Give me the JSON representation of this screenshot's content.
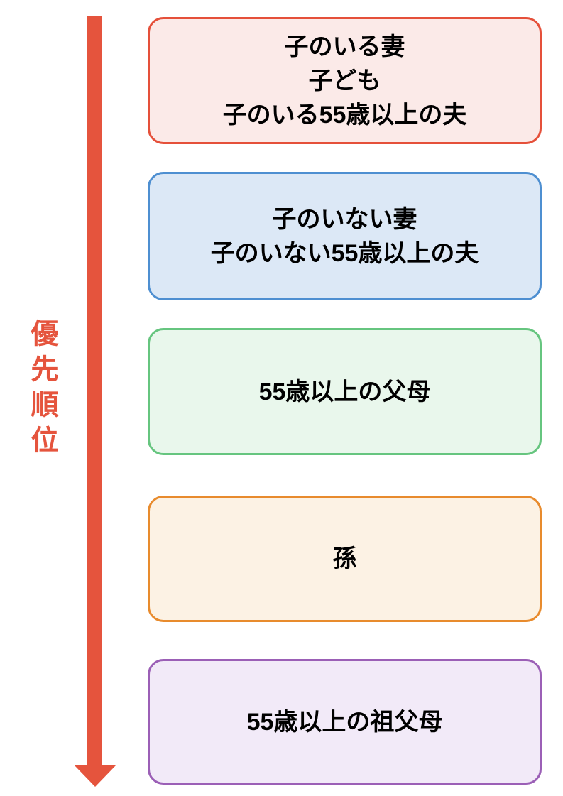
{
  "page": {
    "background_color": "#FFFFFF",
    "text_color": "#000000"
  },
  "priority_axis": {
    "label": "優先順位",
    "label_color": "#E5543D",
    "arrow_color": "#E5543D"
  },
  "boxes": [
    {
      "lines": [
        "子のいる妻",
        "子ども",
        "子のいる55歳以上の夫"
      ],
      "border_color": "#E5503A",
      "fill_color": "#FBEAE8"
    },
    {
      "lines": [
        "子のいない妻",
        "子のいない55歳以上の夫"
      ],
      "border_color": "#4E8FD1",
      "fill_color": "#DCE8F6"
    },
    {
      "lines": [
        "55歳以上の父母"
      ],
      "border_color": "#66C57F",
      "fill_color": "#E9F7EC"
    },
    {
      "lines": [
        "孫"
      ],
      "border_color": "#E88B2D",
      "fill_color": "#FCF2E4"
    },
    {
      "lines": [
        "55歳以上の祖父母"
      ],
      "border_color": "#9B5FB6",
      "fill_color": "#F2EAF8"
    }
  ]
}
